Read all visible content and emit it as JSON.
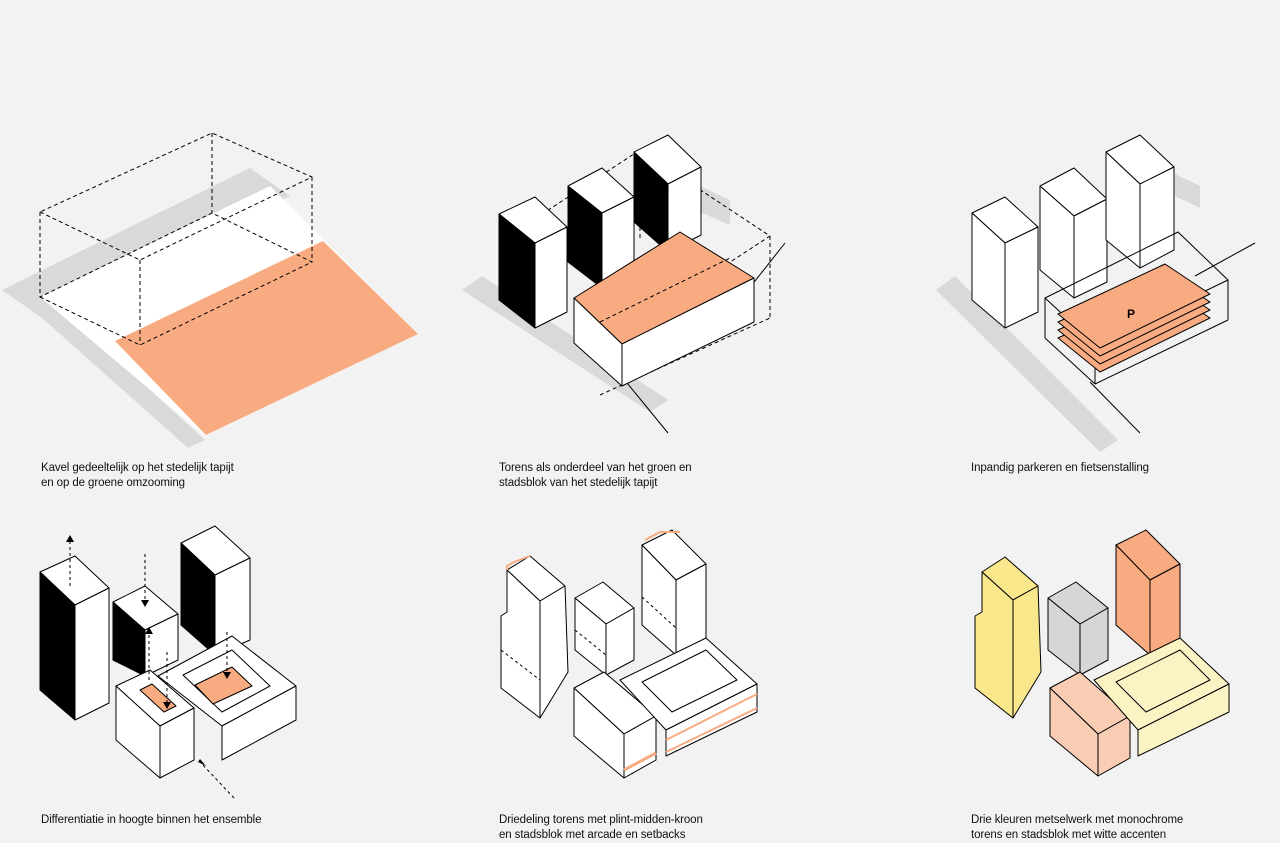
{
  "panels": [
    {
      "caption": [
        "Kavel gedeeltelijk op het stedelijk tapijt",
        "en op de groene omzooming"
      ]
    },
    {
      "caption": [
        "Torens als onderdeel van het groen en",
        "stadsblok van het stedelijk tapijt"
      ]
    },
    {
      "caption": [
        "Inpandig parkeren en fietsenstalling"
      ],
      "label": "P"
    },
    {
      "caption": [
        "Differentiatie in hoogte binnen het ensemble"
      ]
    },
    {
      "caption": [
        "Driedeling torens met plint-midden-kroon",
        "en stadsblok met arcade en setbacks"
      ]
    },
    {
      "caption": [
        "Drie kleuren metselwerk met monochrome",
        "torens en stadsblok met witte accenten"
      ]
    }
  ],
  "colors": {
    "background": "#f2f2f2",
    "accent": "#f8ab80",
    "shadow": "#d9d9d9",
    "yellow": "#f9e78c",
    "pale_yellow": "#fbf3c4",
    "pale_orange": "#f9cdb4",
    "grey": "#d6d6d6",
    "line": "#000000"
  }
}
